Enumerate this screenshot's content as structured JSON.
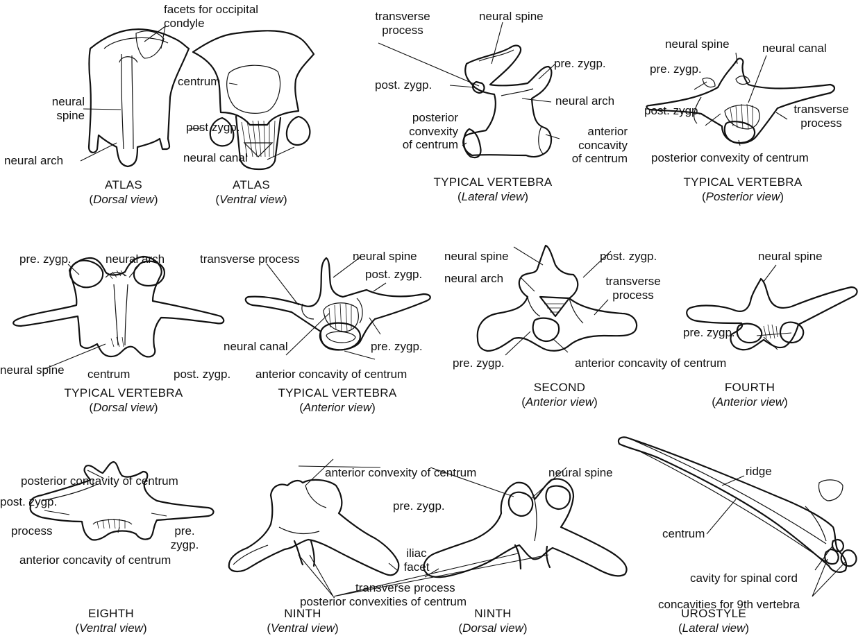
{
  "labels": {
    "a1_facets": "facets for occipital\ncondyle",
    "a1_neural_spine": "neural\nspine",
    "a1_neural_arch": "neural arch",
    "a2_centrum": "centrum",
    "a2_post_zygp": "post zygp.",
    "a2_neural_canal": "neural canal",
    "tl_transverse": "transverse\nprocess",
    "tl_neural_spine": "neural spine",
    "tl_pre_zygp": "pre. zygp.",
    "tl_post_zygp": "post. zygp.",
    "tl_neural_arch": "neural arch",
    "tl_post_convexity": "posterior\nconvexity\nof centrum",
    "tl_ant_concavity": "anterior\nconcavity\nof centrum",
    "tp_neural_spine": "neural spine",
    "tp_neural_canal": "neural canal",
    "tp_pre_zygp": "pre. zygp.",
    "tp_post_zygp": "post. zygp.",
    "tp_transverse": "transverse\nprocess",
    "tp_post_convexity": "posterior convexity of centrum",
    "td_pre_zygp": "pre. zygp.",
    "td_neural_arch": "neural arch",
    "td_neural_spine": "neural spine",
    "td_centrum": "centrum",
    "td_post_zygp": "post. zygp.",
    "ta_transverse": "transverse process",
    "ta_neural_spine": "neural spine",
    "ta_post_zygp": "post. zygp.",
    "ta_neural_canal": "neural canal",
    "ta_pre_zygp": "pre. zygp.",
    "ta_ant_concavity": "anterior concavity of centrum",
    "s2_neural_spine": "neural spine",
    "s2_neural_arch": "neural arch",
    "s2_post_zygp": "post. zygp.",
    "s2_transverse": "transverse\nprocess",
    "s2_pre_zygp": "pre. zygp.",
    "s2_ant_concavity": "anterior concavity of centrum",
    "f4_neural_spine": "neural spine",
    "f4_pre_zygp": "pre. zygp.",
    "e8_post_concavity": "posterior concavity of centrum",
    "e8_post_zygp": "post. zygp.",
    "e8_process": "process",
    "e8_pre_zygp": "pre.\nzygp.",
    "e8_ant_concavity": "anterior concavity of centrum",
    "n9_ant_convexity": "anterior convexity of centrum",
    "n9_neural_spine": "neural spine",
    "n9_pre_zygp": "pre. zygp.",
    "n9_iliac_facet": "iliac\nfacet",
    "n9_transverse": "transverse process",
    "n9_post_convexities": "posterior convexities of centrum",
    "u_ridge": "ridge",
    "u_centrum": "centrum",
    "u_cavity": "cavity for spinal cord",
    "u_concavities": "concavities for 9th vertebra"
  },
  "captions": [
    {
      "title": "ATLAS",
      "view": "Dorsal view"
    },
    {
      "title": "ATLAS",
      "view": "Ventral view"
    },
    {
      "title": "TYPICAL VERTEBRA",
      "view": "Lateral view"
    },
    {
      "title": "TYPICAL VERTEBRA",
      "view": "Posterior view"
    },
    {
      "title": "TYPICAL VERTEBRA",
      "view": "Dorsal view"
    },
    {
      "title": "TYPICAL VERTEBRA",
      "view": "Anterior view"
    },
    {
      "title": "SECOND",
      "view": "Anterior view"
    },
    {
      "title": "FOURTH",
      "view": "Anterior view"
    },
    {
      "title": "EIGHTH",
      "view": "Ventral view"
    },
    {
      "title": "NINTH",
      "view": "Ventral view"
    },
    {
      "title": "NINTH",
      "view": "Dorsal view"
    },
    {
      "title": "UROSTYLE",
      "view": "Lateral view"
    }
  ]
}
